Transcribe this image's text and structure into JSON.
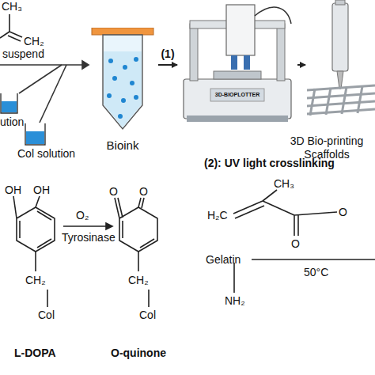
{
  "diagram": {
    "nodes": [
      {
        "text": [
          "Bioink"
        ]
      },
      {
        "text": [
          "3D-BIOPLOTTER"
        ]
      },
      {
        "text": [
          "3D Bio-printing Scaffolds"
        ]
      }
    ],
    "edges": [
      {
        "from": 0,
        "to": 1,
        "arrow": "to",
        "label": "(1)"
      },
      {
        "from": 1,
        "to": 2,
        "arrow": "to"
      }
    ],
    "labels": [
      "CH₃",
      "CH₂",
      "suspend",
      "ution",
      "Col solution",
      "(2): UV light crosslinking",
      "OH",
      "OH",
      "O₂",
      "Tyrosinase",
      "O",
      "O",
      "CH₂",
      "CH₂",
      "Col",
      "Col",
      "L-DOPA",
      "O-quinone",
      "CH₃",
      "H₂C",
      "O",
      "O",
      "Gelatin",
      "50°C",
      "NH₂"
    ]
  }
}
